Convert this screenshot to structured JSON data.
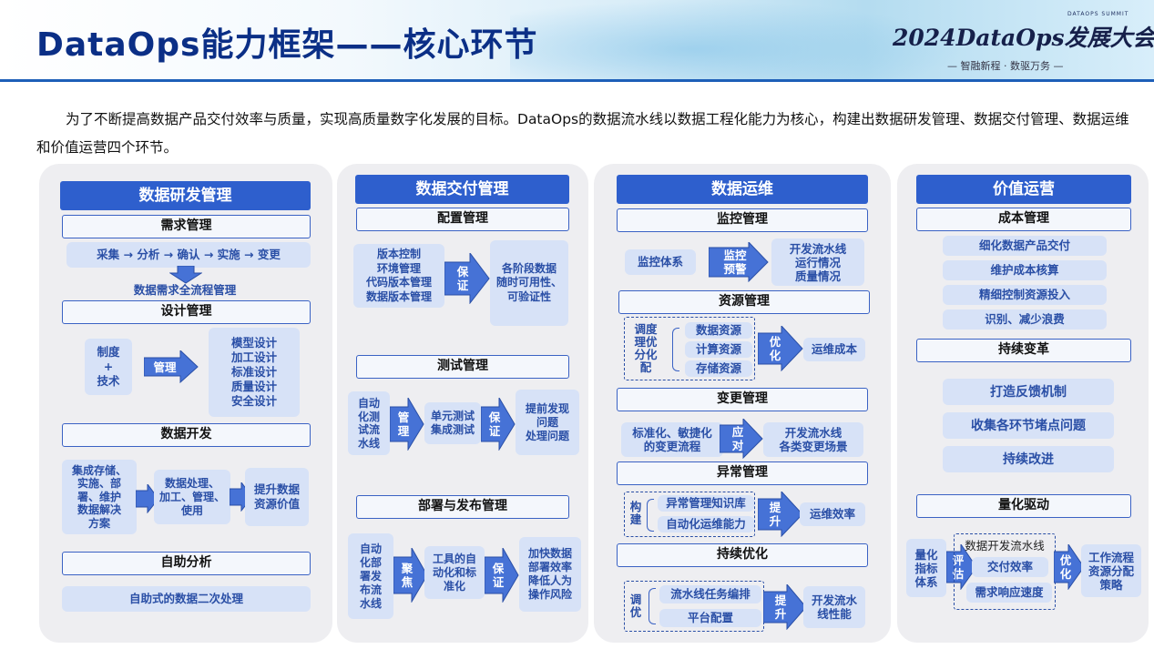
{
  "header": {
    "title": "DataOps能力框架——核心环节",
    "summit_small": "DATAOPS SUMMIT",
    "summit_name": "2024DataOps发展大会",
    "summit_slogan": "— 智融新程 · 数驱万务 —"
  },
  "intro": "为了不断提高数据产品交付效率与质量，实现高质量数字化发展的目标。DataOps的数据流水线以数据工程化能力为核心，构建出数据研发管理、数据交付管理、数据运维和价值运营四个环节。",
  "dev": {
    "title": "数据研发管理",
    "req": {
      "title": "需求管理",
      "flow": "采集 → 分析 → 确认 → 实施 → 变更",
      "result": "数据需求全流程管理"
    },
    "design": {
      "title": "设计管理",
      "input": "制度\n+\n技术",
      "arrow": "管理",
      "output": "模型设计\n加工设计\n标准设计\n质量设计\n安全设计"
    },
    "develop": {
      "title": "数据开发",
      "step1": "集成存储、\n实施、部\n署、维护\n数据解决\n方案",
      "step2": "数据处理、\n加工、管理、\n使用",
      "step3": "提升数据\n资源价值"
    },
    "self": {
      "title": "自助分析",
      "desc": "自助式的数据二次处理"
    }
  },
  "delivery": {
    "title": "数据交付管理",
    "config": {
      "title": "配置管理",
      "input": "版本控制\n环境管理\n代码版本管理\n数据版本管理",
      "arrow": "保\n证",
      "output": "各阶段数据\n随时可用性、\n可验证性"
    },
    "test": {
      "title": "测试管理",
      "input": "自动\n化测\n试流\n水线",
      "arrow1": "管\n理",
      "mid": "单元测试\n集成测试",
      "arrow2": "保\n证",
      "output": "提前发现\n问题\n处理问题"
    },
    "deploy": {
      "title": "部署与发布管理",
      "input": "自动\n化部\n署发\n布流\n水线",
      "arrow1": "聚\n焦",
      "mid": "工具的自\n动化和标\n准化",
      "arrow2": "保\n证",
      "output": "加快数据\n部署效率\n降低人为\n操作风险"
    }
  },
  "ops": {
    "title": "数据运维",
    "monitor": {
      "title": "监控管理",
      "input": "监控体系",
      "arrow": "监控\n预警",
      "output": "开发流水线\n运行情况\n质量情况"
    },
    "resource": {
      "title": "资源管理",
      "left": "调度理优分化配",
      "items": [
        "数据资源",
        "计算资源",
        "存储资源"
      ],
      "arrow": "优\n化",
      "output": "运维成本"
    },
    "change": {
      "title": "变更管理",
      "input": "标准化、敏捷化\n的变更流程",
      "arrow": "应\n对",
      "output": "开发流水线\n各类变更场景"
    },
    "exception": {
      "title": "异常管理",
      "left": "构\n建",
      "items": [
        "异常管理知识库",
        "自动化运维能力"
      ],
      "arrow": "提\n升",
      "output": "运维效率"
    },
    "optimize": {
      "title": "持续优化",
      "left": "调\n优",
      "items": [
        "流水线任务编排",
        "平台配置"
      ],
      "arrow": "提\n升",
      "output": "开发流水\n线性能"
    }
  },
  "value": {
    "title": "价值运营",
    "cost": {
      "title": "成本管理",
      "items": [
        "细化数据产品交付",
        "维护成本核算",
        "精细控制资源投入",
        "识别、减少浪费"
      ]
    },
    "reform": {
      "title": "持续变革",
      "items": [
        "打造反馈机制",
        "收集各环节堵点问题",
        "持续改进"
      ]
    },
    "quant": {
      "title": "量化驱动",
      "input": "量化\n指标\n体系",
      "arrow1": "评\n估",
      "pipeline": "数据开发流水线",
      "items": [
        "交付效率",
        "需求响应速度"
      ],
      "arrow2": "优\n化",
      "output": "工作流程\n资源分配\n策略"
    }
  }
}
